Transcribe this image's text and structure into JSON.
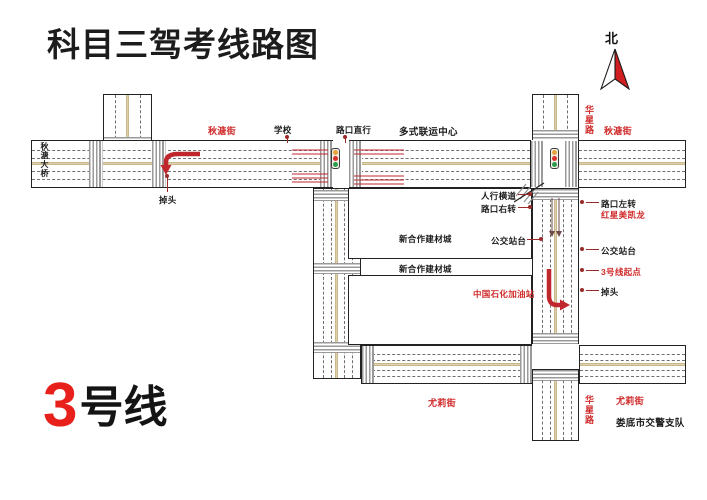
{
  "page": {
    "title": "科目三驾考线路图",
    "route_number": "3",
    "route_suffix": "号线",
    "compass_label": "北"
  },
  "streets": [
    {
      "id": "qiutang-bridge",
      "name": "秋溏大桥",
      "orientation": "vertical"
    },
    {
      "id": "qiutang-street-west",
      "name": "秋溏街",
      "orientation": "horizontal"
    },
    {
      "id": "qiutang-street-east",
      "name": "秋溏街",
      "orientation": "horizontal"
    },
    {
      "id": "huaxing-road-north",
      "name": "华星路",
      "orientation": "vertical"
    },
    {
      "id": "huaxing-road-south",
      "name": "华星路",
      "orientation": "vertical"
    },
    {
      "id": "youli-street-mid",
      "name": "尤莉街",
      "orientation": "horizontal"
    },
    {
      "id": "youli-street-east",
      "name": "尤莉街",
      "orientation": "horizontal"
    }
  ],
  "landmarks": [
    {
      "id": "school",
      "name": "学校",
      "color": "#1b1b1b"
    },
    {
      "id": "multimodal-center",
      "name": "多式联运中心",
      "color": "#1b1b1b"
    },
    {
      "id": "xinhezuo-1",
      "name": "新合作建材城",
      "color": "#1b1b1b"
    },
    {
      "id": "xinhezuo-2",
      "name": "新合作建材城",
      "color": "#1b1b1b"
    },
    {
      "id": "sinopec-station",
      "name": "中国石化加油站",
      "color": "#d02a2a"
    },
    {
      "id": "redstar-macalline",
      "name": "红星美凯龙",
      "color": "#d02a2a"
    },
    {
      "id": "traffic-police",
      "name": "娄底市交警支队",
      "color": "#1b1b1b"
    }
  ],
  "maneuvers": [
    {
      "id": "uturn-west",
      "name": "掉头"
    },
    {
      "id": "uturn-east",
      "name": "掉头"
    },
    {
      "id": "go-straight",
      "name": "路口直行"
    },
    {
      "id": "turn-right",
      "name": "路口右转"
    },
    {
      "id": "turn-left",
      "name": "路口左转"
    },
    {
      "id": "crosswalk",
      "name": "人行横道"
    },
    {
      "id": "bus-stop-1",
      "name": "公交站台"
    },
    {
      "id": "bus-stop-2",
      "name": "公交站台"
    },
    {
      "id": "route-start",
      "name": "3号线起点"
    }
  ],
  "colors": {
    "accent_red": "#d02a2a",
    "route_red": "#e8201c",
    "road_center": "#ddd0ab",
    "lane_dash": "#6f6f6f",
    "outline": "#222222",
    "leader": "#9b2b2b",
    "signal_red": "#d8302a",
    "signal_yellow": "#e8a33d",
    "signal_green": "#2e9b4e"
  },
  "signals": [
    {
      "id": "signal-center",
      "lights": [
        "yellow",
        "red",
        "green"
      ]
    },
    {
      "id": "signal-east",
      "lights": [
        "yellow",
        "red",
        "green"
      ]
    }
  ]
}
